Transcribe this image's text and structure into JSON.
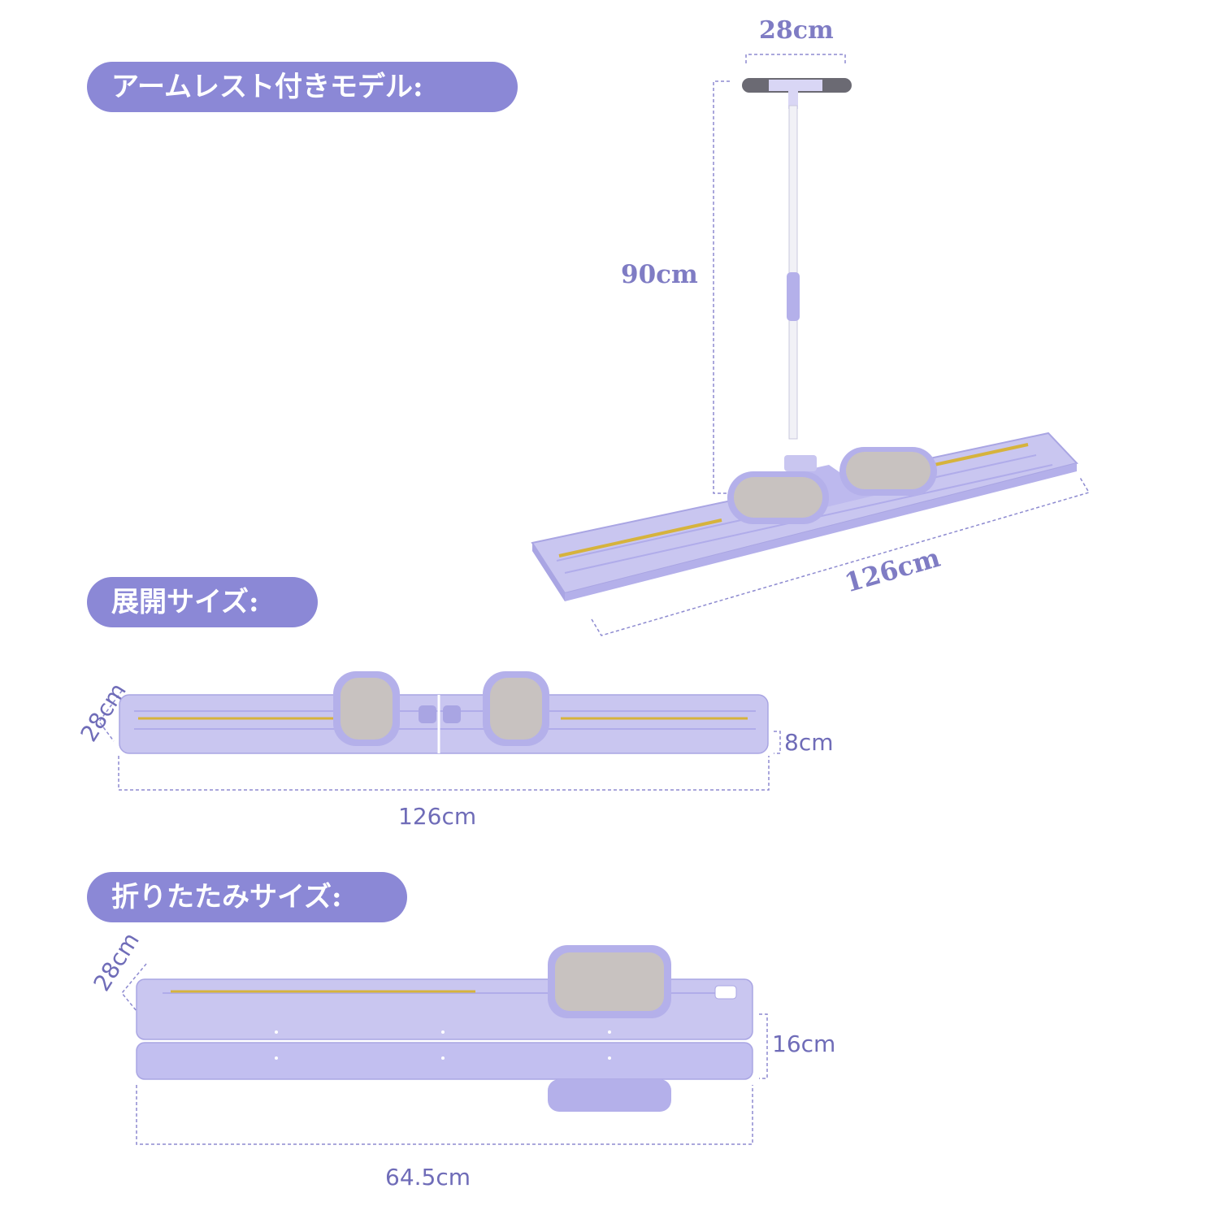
{
  "sections": {
    "armrest_title": "アームレスト付きモデル:",
    "unfolded_title": "展開サイズ:",
    "folded_title": "折りたたみサイズ:"
  },
  "armrest_dims": {
    "handle_width": "28cm",
    "height": "90cm",
    "length": "126cm"
  },
  "unfolded_dims": {
    "depth": "28cm",
    "thickness": "8cm",
    "length": "126cm"
  },
  "folded_dims": {
    "depth": "28cm",
    "thickness": "16cm",
    "length": "64.5cm"
  },
  "colors": {
    "accent": "#8b88d6",
    "board": "#c9c6f0",
    "board_edge": "#a9a5e3",
    "pad": "#c8c2c0",
    "stripe": "#d6b33c"
  }
}
